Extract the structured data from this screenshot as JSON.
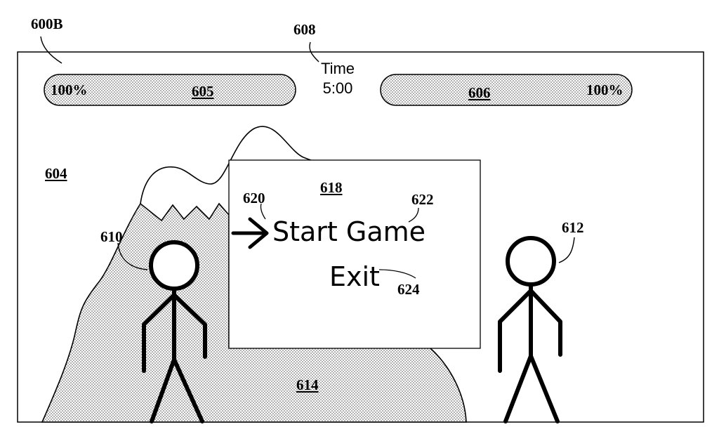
{
  "figure": {
    "figure_label": "600B",
    "screen_label": "604",
    "timer_label": "608",
    "timer": {
      "title": "Time",
      "value": "5:00"
    },
    "health_bars": [
      {
        "label": "605",
        "value": "100%"
      },
      {
        "label": "606",
        "value": "100%"
      }
    ],
    "characters": [
      {
        "label": "610"
      },
      {
        "label": "612"
      }
    ],
    "terrain_label": "614",
    "menu": {
      "label": "618",
      "cursor_label": "620",
      "items": [
        {
          "text": "Start Game",
          "label": "622"
        },
        {
          "text": "Exit",
          "label": "624"
        }
      ]
    }
  }
}
